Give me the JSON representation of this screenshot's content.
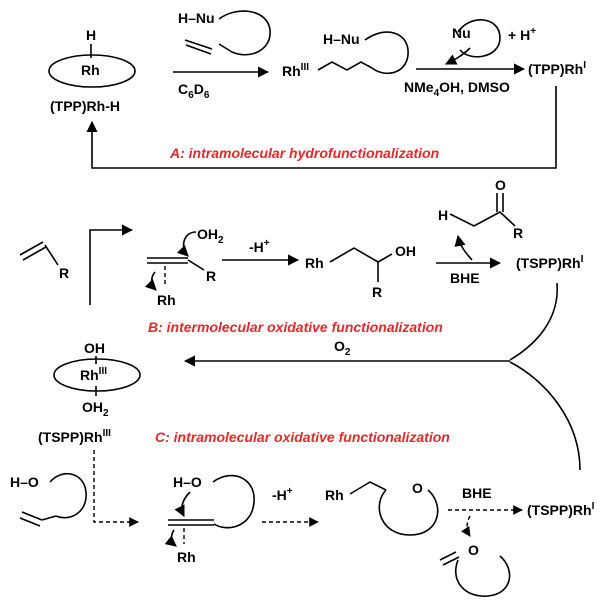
{
  "labels": {
    "A": "A: intramolecular hydrofunctionalization",
    "B": "B: intermolecular oxidative functionalization",
    "C": "C: intramolecular oxidative functionalization"
  },
  "text": {
    "H": "H",
    "Rh": "Rh",
    "OH": "OH",
    "O": "O",
    "R": "R",
    "Nu": "Nu",
    "H_Nu": "H–Nu",
    "H_O": "H–O",
    "plus_H": "+ H",
    "minus_H": "-H",
    "plus_sup": "+",
    "III": "III",
    "I": "I",
    "two": "2",
    "six": "6",
    "OH2_base": "OH",
    "O2_base": "O",
    "C6D6_C": "C",
    "C6D6_D": "D",
    "NMe4OH_DMSO": "NMe",
    "NMe4OH_tail": "OH, DMSO",
    "four": "4",
    "TPP_RhH": "(TPP)Rh-H",
    "TPP_Rh": "(TPP)Rh",
    "TSPP_Rh": "(TSPP)Rh",
    "BHE": "BHE"
  }
}
